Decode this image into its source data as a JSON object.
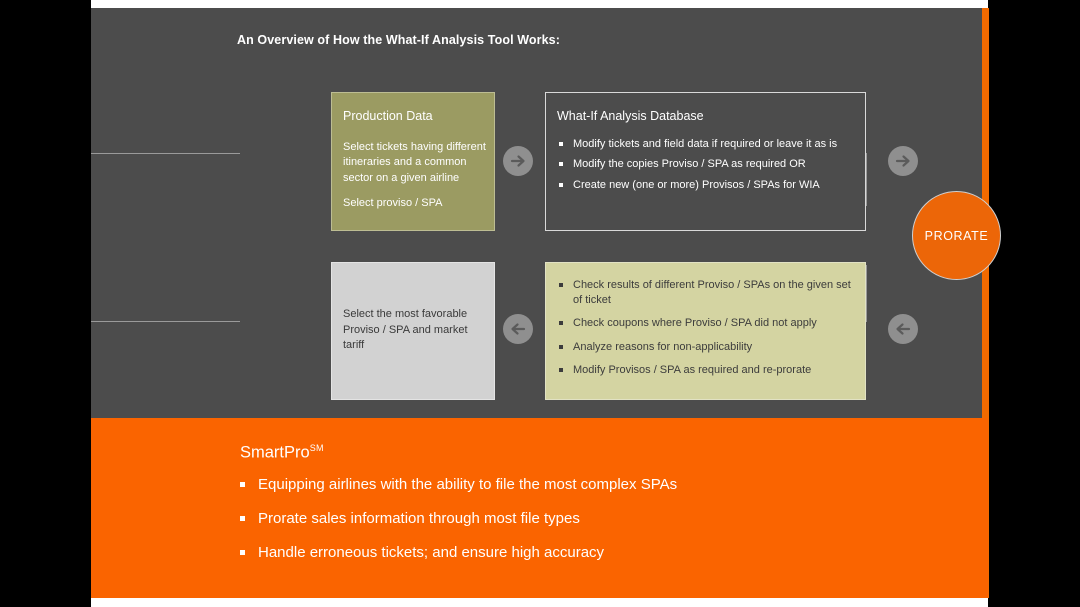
{
  "colors": {
    "panel_dark": "#4c4c4c",
    "accent_orange": "#fa6400",
    "prorate_orange": "#ec6608",
    "green_box": "#9b9b62",
    "gray_box": "#d2d2d2",
    "khaki_box": "#d4d4a2",
    "connector_gray": "#9a9a9a",
    "arrow_badge_gray": "#8f8f8f"
  },
  "diagram": {
    "heading": "An Overview of How the What-If Analysis Tool Works:",
    "production_box": {
      "title": "Production Data",
      "paragraphs": [
        "Select tickets having different itineraries and a common sector on a given airline",
        "Select proviso / SPA"
      ]
    },
    "database_box": {
      "title": "What-If Analysis Database",
      "bullets": [
        "Modify tickets and field data if required or leave it as is",
        "Modify the copies Proviso / SPA as required OR",
        "Create new (one or more) Provisos / SPAs for WIA"
      ]
    },
    "favorable_box": {
      "text": "Select the most favorable Proviso / SPA and market tariff"
    },
    "results_box": {
      "bullets": [
        "Check results of different Proviso / SPAs on the given set of ticket",
        "Check coupons where Proviso / SPA did not apply",
        "Analyze reasons for non-applicability",
        "Modify Provisos / SPA as required and re-prorate"
      ]
    },
    "prorate_node": {
      "label": "PRORATE"
    },
    "arrows": [
      {
        "name": "arrow-production-to-database",
        "direction": "right"
      },
      {
        "name": "arrow-database-to-prorate",
        "direction": "right"
      },
      {
        "name": "arrow-results-to-favorable",
        "direction": "left"
      },
      {
        "name": "arrow-prorate-to-results",
        "direction": "left"
      }
    ]
  },
  "summary": {
    "title": "SmartPro",
    "title_superscript": "SM",
    "bullets": [
      "Equipping airlines with the ability to file the most complex SPAs",
      "Prorate sales information through most file types",
      "Handle erroneous tickets; and ensure high accuracy"
    ]
  }
}
